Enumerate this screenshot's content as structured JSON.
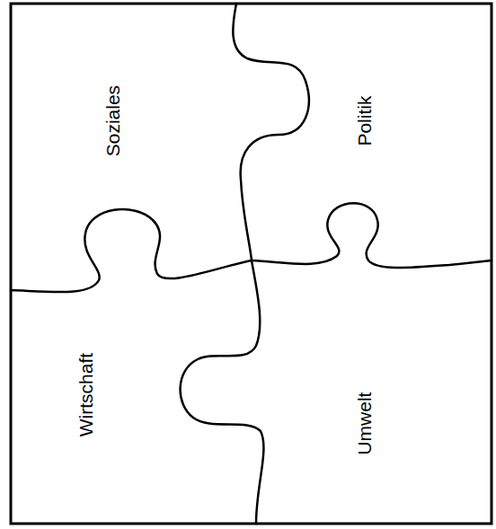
{
  "diagram": {
    "nodes": [
      {
        "text": [
          "Soziales"
        ]
      },
      {
        "text": [
          "Politik"
        ]
      },
      {
        "text": [
          "Wirtschaft"
        ]
      },
      {
        "text": [
          "Umwelt"
        ]
      }
    ]
  }
}
